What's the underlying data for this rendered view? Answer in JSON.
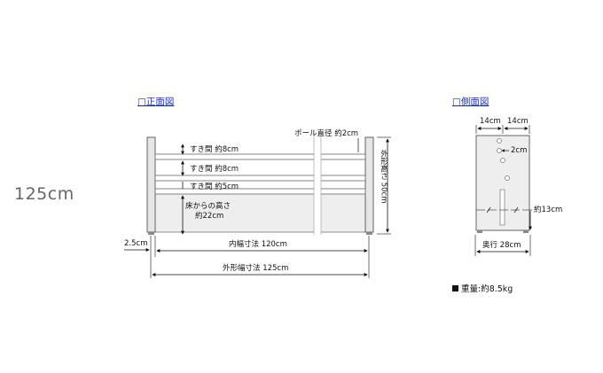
{
  "overall_width_label": "125cm",
  "front_view": {
    "title": "□正面図",
    "pole_diameter": "ポール直径 約2cm",
    "gap_1": "すき間 約8cm",
    "gap_2": "すき間 約8cm",
    "gap_3": "すき間 約5cm",
    "floor_height_line1": "床からの高さ",
    "floor_height_line2": "約22cm",
    "outer_height": "外形高さ 50cm",
    "left_offset": "2.5cm",
    "inner_width": "内幅寸法 120cm",
    "outer_width": "外形幅寸法 125cm"
  },
  "side_view": {
    "title": "□側面図",
    "half_width_left": "14cm",
    "half_width_right": "14cm",
    "pole_size": "2cm",
    "base_height": "約13cm",
    "depth": "奥行 28cm"
  },
  "weight": "重量:約8.5kg"
}
